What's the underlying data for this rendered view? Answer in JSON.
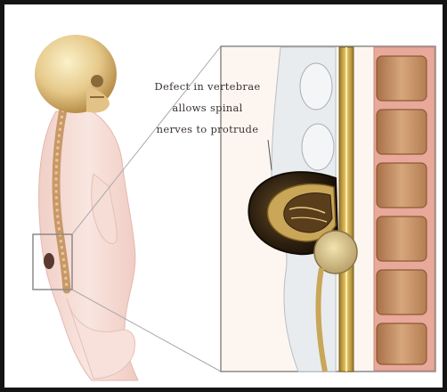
{
  "callout": {
    "line1": "Defect in vertebrae",
    "line2": "allows spinal",
    "line3": "nerves to protrude"
  },
  "colors": {
    "frame": "#141414",
    "skin": "#f4d8d2",
    "skull": "#e6c98a",
    "spinal_cord": "#d8a83c",
    "vertebra": "#c9956a",
    "sac_dark": "#3a2a14",
    "box_outline": "#8a8a8a"
  }
}
